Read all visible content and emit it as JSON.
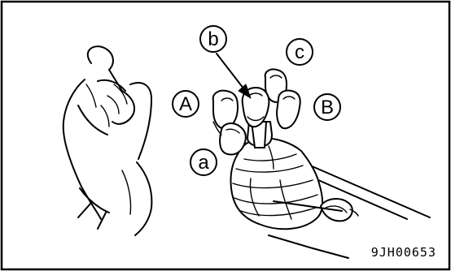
{
  "labels": {
    "a": "a",
    "b": "b",
    "c": "c",
    "A": "A",
    "B": "B"
  },
  "figure_code": "9JH00653",
  "colors": {
    "line": "#000000",
    "background": "#ffffff"
  }
}
